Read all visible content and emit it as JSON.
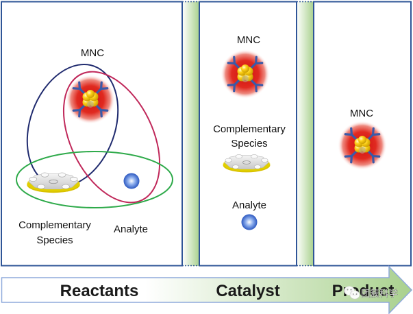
{
  "diagram": {
    "colors": {
      "panel_border": "#2f5597",
      "spacer_green": "#a9d18e",
      "mnc_ellipse": "#1f2a6e",
      "analyte_ellipse": "#c0285a",
      "complementary_ellipse": "#2eaa4a",
      "arrow_fill_end": "#a9d18e",
      "arrow_border": "#8faadc"
    },
    "panels": [
      {
        "name": "reactants",
        "labels": {
          "mnc": "MNC",
          "complementary_line1": "Complementary",
          "complementary_line2": "Species",
          "analyte": "Analyte"
        }
      },
      {
        "name": "catalyst",
        "labels": {
          "mnc": "MNC",
          "complementary_line1": "Complementary",
          "complementary_line2": "Species",
          "analyte": "Analyte"
        }
      },
      {
        "name": "product",
        "labels": {
          "mnc": "MNC"
        }
      }
    ],
    "arrow": {
      "stages": [
        "Reactants",
        "Catalyst",
        "Product"
      ]
    },
    "watermark": {
      "text": "团簇科学",
      "icon": "wechat-icon"
    }
  }
}
